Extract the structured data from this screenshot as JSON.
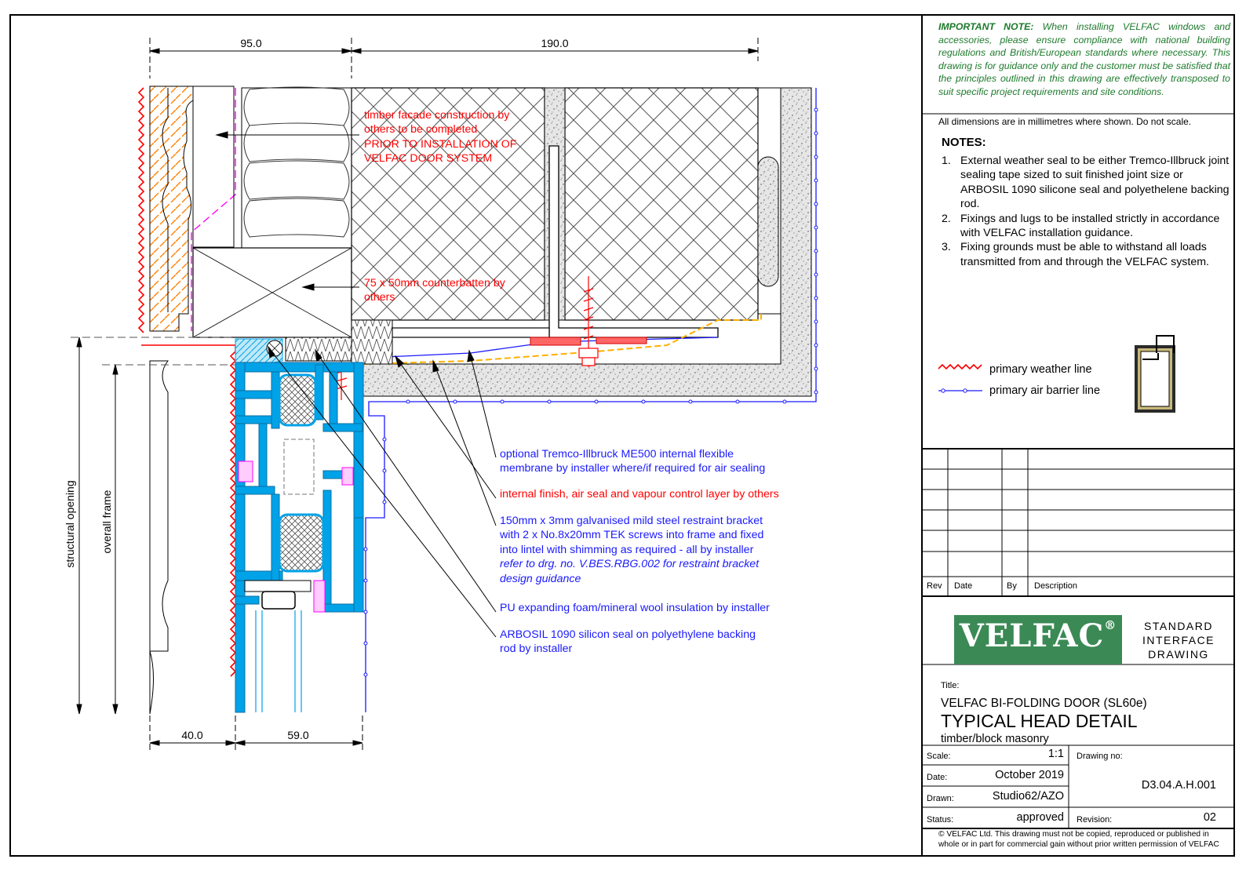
{
  "important_note": {
    "lead": "IMPORTANT NOTE:",
    "text": "When installing VELFAC windows and accessories, please ensure compliance with national building regulations and British/European standards where necessary. This drawing is for guidance only and the customer must be satisfied that the principles outlined in this drawing are effectively transposed to suit specific project requirements and site conditions."
  },
  "dimensions_note": "All dimensions are in millimetres where shown. Do not scale.",
  "notes": {
    "heading": "NOTES:",
    "items": [
      {
        "num": "1.",
        "text": "External weather seal to be either Tremco-Illbruck joint sealing tape sized to suit finished joint size or ARBOSIL 1090 silicone seal and polyethelene backing rod."
      },
      {
        "num": "2.",
        "text": "Fixings and lugs to be installed strictly in accordance with VELFAC installation guidance."
      },
      {
        "num": "3.",
        "text": "Fixing grounds must be able to withstand all loads transmitted from and through the VELFAC system."
      }
    ]
  },
  "legend": {
    "weather_line": "primary weather line",
    "air_barrier_line": "primary air barrier line",
    "weather_color": "#ff0000",
    "air_color": "#1a1aff"
  },
  "revision_table": {
    "rev": "Rev",
    "date": "Date",
    "by": "By",
    "description": "Description"
  },
  "brand": {
    "logo": "VELFAC",
    "reg": "®",
    "logo_color": "#3b8a55",
    "standard_text": [
      "STANDARD",
      "INTERFACE",
      "DRAWING"
    ]
  },
  "title_block": {
    "label": "Title:",
    "line1": "VELFAC BI-FOLDING DOOR (SL60e)",
    "line2": "TYPICAL HEAD DETAIL",
    "line3": "timber/block masonry",
    "scale_label": "Scale:",
    "scale": "1:1",
    "date_label": "Date:",
    "date": "October 2019",
    "drawn_label": "Drawn:",
    "drawn": "Studio62/AZO",
    "status_label": "Status:",
    "status": "approved",
    "drawing_no_label": "Drawing no:",
    "drawing_no": "D3.04.A.H.001",
    "revision_label": "Revision:",
    "revision": "02"
  },
  "copyright": "© VELFAC Ltd. This drawing must not be copied, reproduced or published in whole or in part for commercial gain without prior written permission of VELFAC",
  "dimensions": {
    "top_left": "95.0",
    "top_right": "190.0",
    "bottom_left": "40.0",
    "bottom_right": "59.0",
    "structural_opening": "structural opening",
    "overall_frame": "overall frame"
  },
  "annotations": {
    "timber_facade": [
      "timber facade construction by",
      "others to be completed",
      "PRIOR TO INSTALLATION OF",
      "VELFAC DOOR SYSTEM"
    ],
    "counterbatten": [
      "75 x 50mm counterbatten by",
      "others"
    ],
    "membrane": [
      "optional Tremco-Illbruck ME500 internal flexible",
      "membrane by installer where/if required for air sealing"
    ],
    "internal_finish": "internal finish, air seal and vapour control layer by others",
    "bracket": [
      "150mm x 3mm galvanised mild steel restraint bracket",
      "with 2 x No.8x20mm TEK screws into frame and fixed",
      "into lintel with shimming as required - all by installer"
    ],
    "bracket_ref": [
      "refer to drg. no. V.BES.RBG.002 for restraint bracket",
      "design guidance"
    ],
    "pu_foam": "PU expanding foam/mineral wool insulation by installer",
    "arbosil": [
      "ARBOSIL 1090 silicon seal on polyethylene backing",
      "rod by installer"
    ]
  },
  "colors": {
    "annotation_red": "#ff0000",
    "annotation_blue": "#1a1aff",
    "aluminium": "#00a2e8",
    "gasket": "#ff00ff",
    "timber": "#ff7f00",
    "tape": "#ffb000"
  }
}
